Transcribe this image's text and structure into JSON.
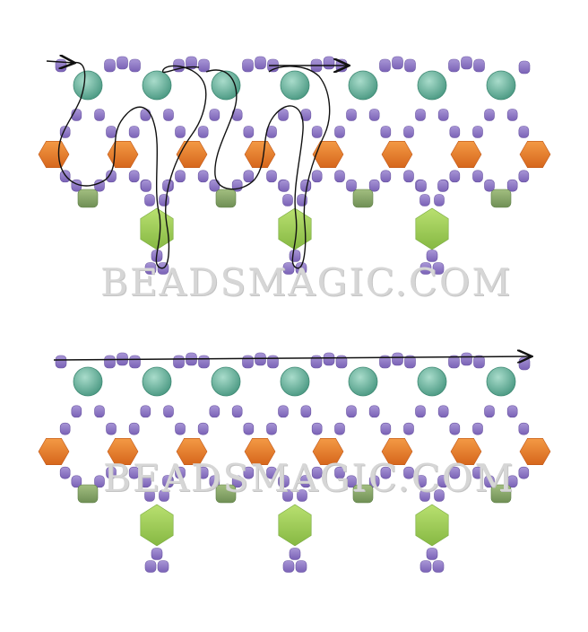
{
  "watermark_text": "BEADSMAGIC.COM",
  "colors": {
    "seed_bead": "#8f79c4",
    "round_bead": "#5fae98",
    "orange_bead": "#e07a2a",
    "small_green_bead": "#88a86a",
    "large_green_bead": "#9ccb55",
    "thread": "#111111"
  },
  "patterns": [
    {
      "name": "top-pattern",
      "round_bead_count": 7,
      "orange_bead_count": 8,
      "large_green_bead_count": 3,
      "shows_thread_path": true
    },
    {
      "name": "bottom-pattern",
      "round_bead_count": 7,
      "orange_bead_count": 8,
      "large_green_bead_count": 3,
      "shows_thread_path": true
    }
  ]
}
